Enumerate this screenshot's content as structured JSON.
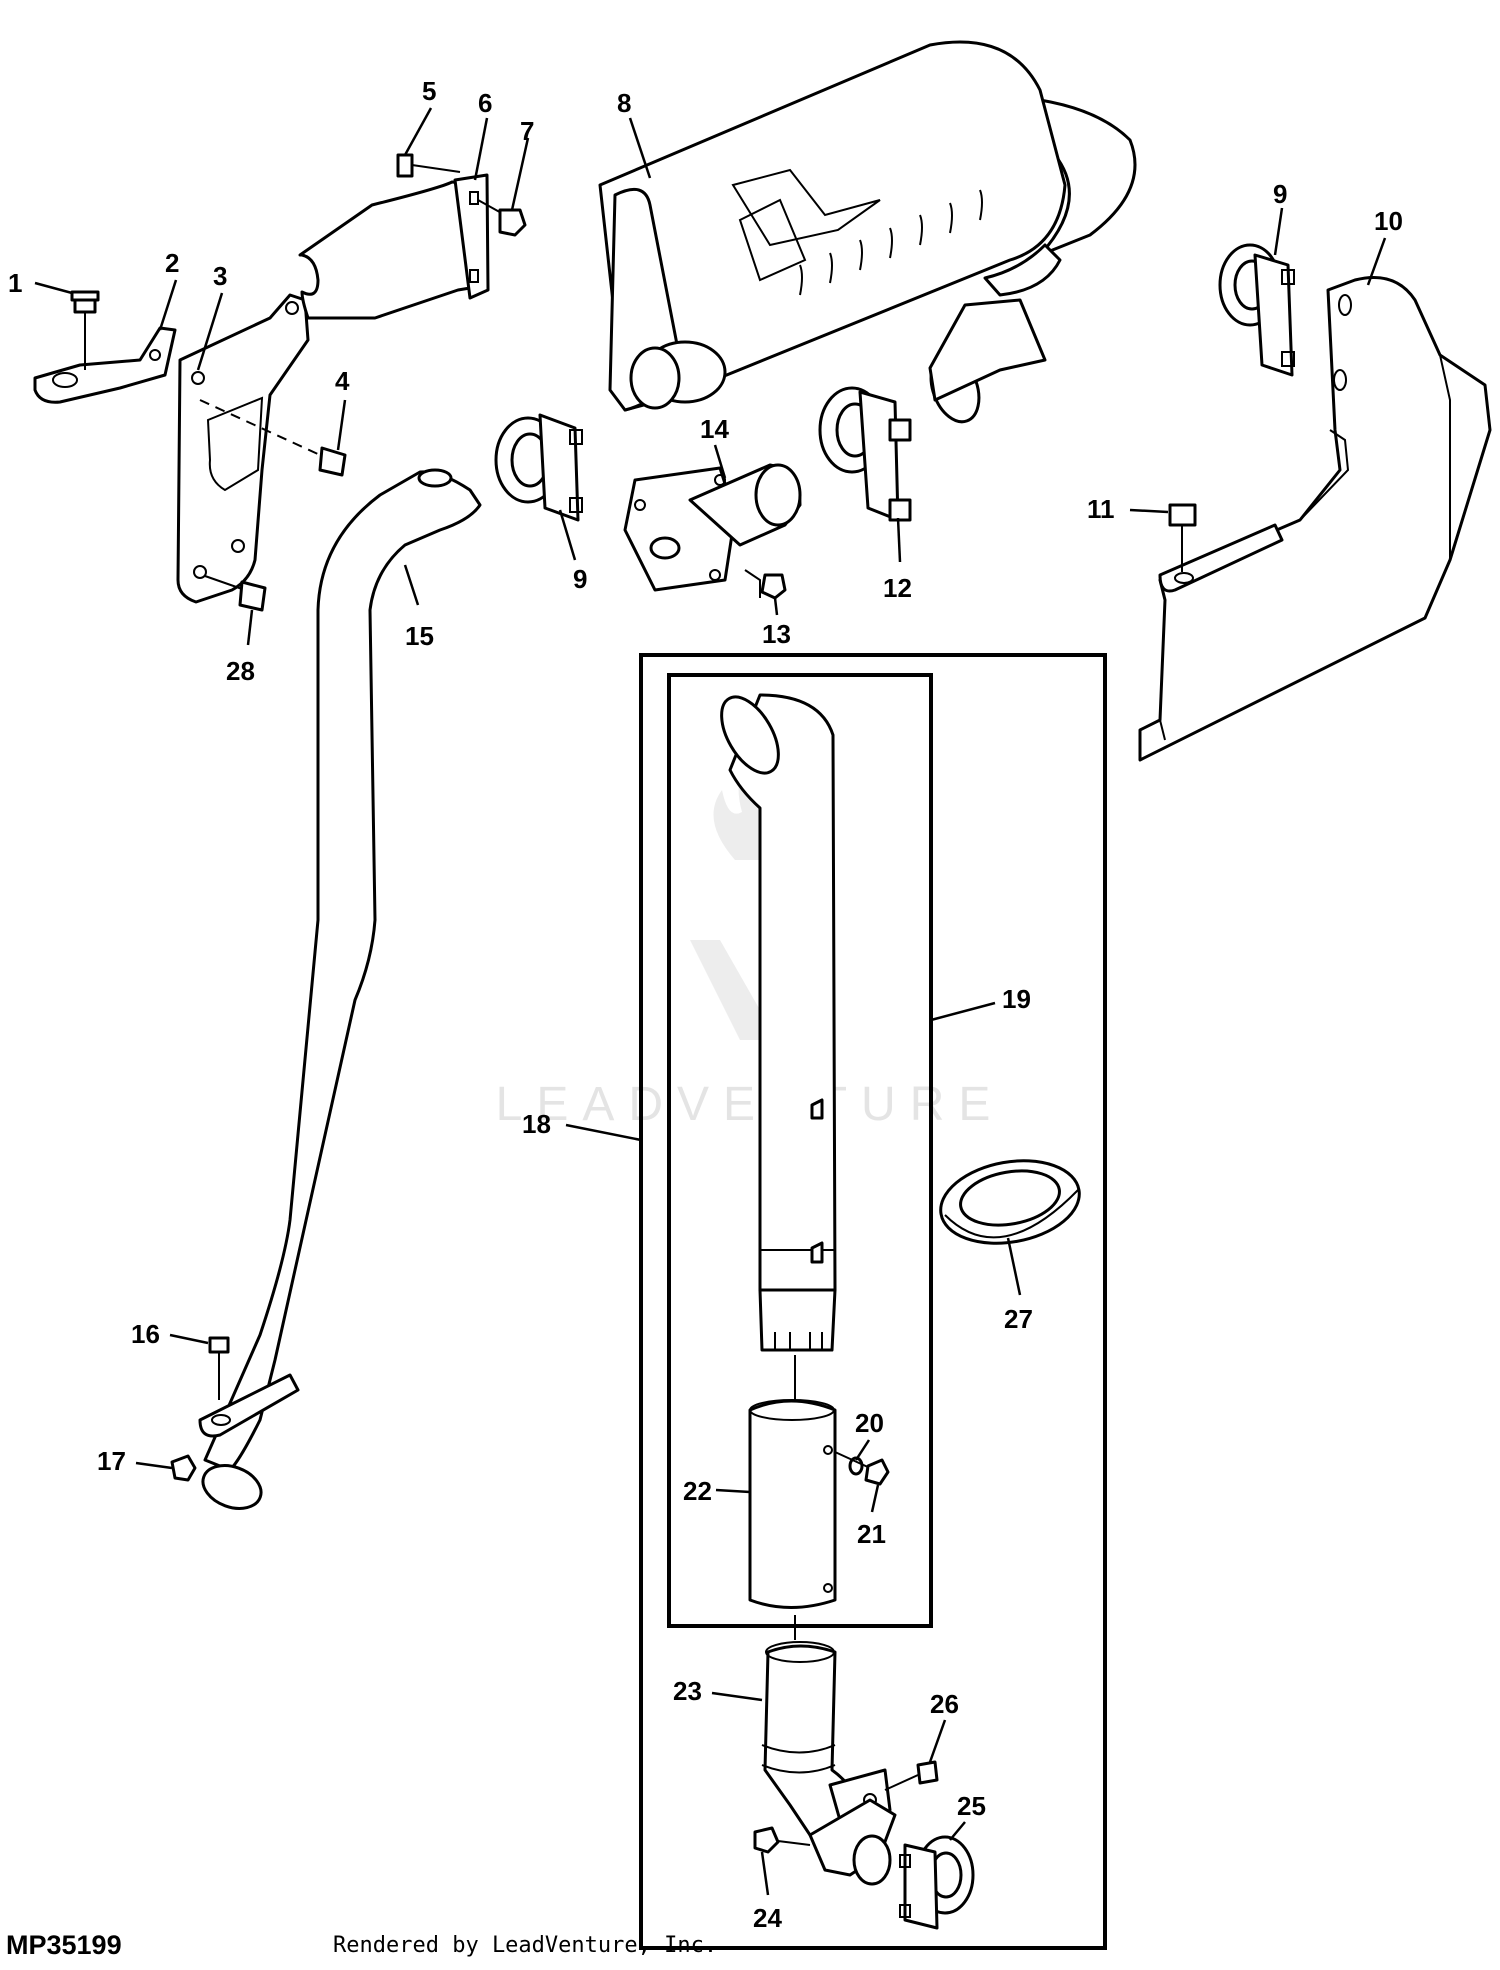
{
  "figure": {
    "id": "MP35199",
    "credit": "Rendered by LeadVenture, Inc.",
    "watermark": "LEADVENTURE"
  },
  "callouts": {
    "c1": "1",
    "c2": "2",
    "c3": "3",
    "c4": "4",
    "c5": "5",
    "c6": "6",
    "c7": "7",
    "c8": "8",
    "c9a": "9",
    "c9b": "9",
    "c10": "10",
    "c11": "11",
    "c12": "12",
    "c13": "13",
    "c14": "14",
    "c15": "15",
    "c16": "16",
    "c17": "17",
    "c18": "18",
    "c19": "19",
    "c20": "20",
    "c21": "21",
    "c22": "22",
    "c23": "23",
    "c24": "24",
    "c25": "25",
    "c26": "26",
    "c27": "27",
    "c28": "28"
  },
  "colors": {
    "line": "#000000",
    "background": "#ffffff",
    "watermark": "#e4e4e4"
  }
}
